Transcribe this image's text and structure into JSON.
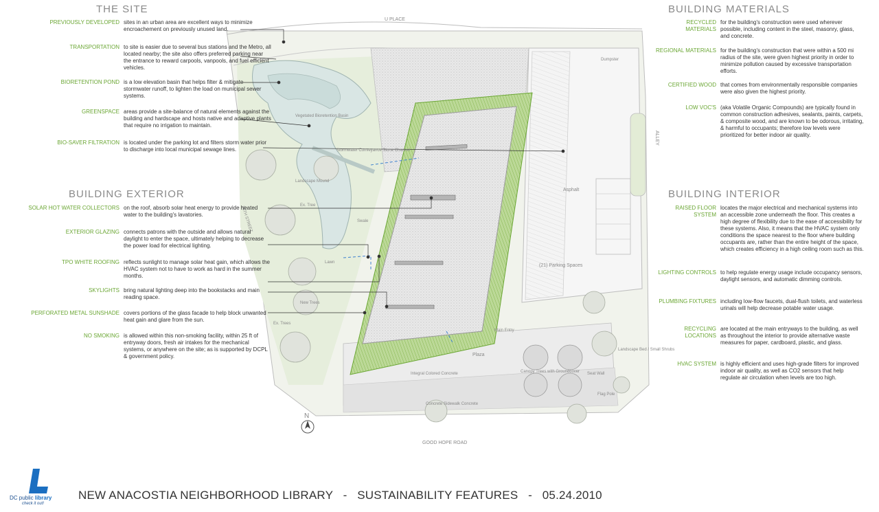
{
  "sections": {
    "site": {
      "title": "THE  SITE",
      "items": [
        {
          "label": "PREVIOUSLY DEVELOPED",
          "text": "sites in an urban area are excellent ways to minimize encroachement on previously unused land."
        },
        {
          "label": "TRANSPORTATION",
          "text": "to site is easier due to several bus stations and the Metro, all located nearby; the site also offers preferred parking near the entrance to reward carpools, vanpools, and fuel efficient vehicles."
        },
        {
          "label": "BIORETENTION POND",
          "text": "is a low elevation basin that helps filter & mitigate stormwater runoff, to lighten the load on municipal sewer systems."
        },
        {
          "label": "GREENSPACE",
          "text": "areas provide a site-balance of natural elements against the building and hardscape and hosts native and adaptive plants that require no irrigation to maintain."
        },
        {
          "label": "BIO-SAVER FILTRATION",
          "text": "is located under the parking lot and filters storm water prior to discharge into local municipal sewage lines."
        }
      ]
    },
    "exterior": {
      "title": "BUILDING  EXTERIOR",
      "items": [
        {
          "label": "SOLAR HOT WATER COLLECTORS",
          "text": "on the roof, absorb solar heat energy to provide heated water to the building's lavatories."
        },
        {
          "label": "EXTERIOR GLAZING",
          "text": "connects patrons with the outside and allows natural daylight to enter the space, ultimately helping to decrease the power load for electrical lighting."
        },
        {
          "label": "TPO WHITE ROOFING",
          "text": "reflects sunlight to manage solar heat gain, which allows the HVAC system not to have to work as hard in the summer months."
        },
        {
          "label": "SKYLIGHTS",
          "text": "bring natural lighting deep into the bookstacks and main reading space."
        },
        {
          "label": "PERFORATED METAL SUNSHADE",
          "text": "covers portions of the glass facade to help block unwanted heat gain and glare from the sun."
        },
        {
          "label": "NO SMOKING",
          "text": "is allowed within this non-smoking facility, within 25 ft of entryway doors, fresh air intakes for the mechanical systems, or anywhere on the site; as is supported by DCPL & government policy."
        }
      ]
    },
    "materials": {
      "title": "BUILDING  MATERIALS",
      "items": [
        {
          "label": "RECYCLED MATERIALS",
          "text": "for the building's construction were used wherever possible, including content in the steel, masonry, glass, and concrete."
        },
        {
          "label": "REGIONAL MATERIALS",
          "text": "for the building's construction that were within a 500 mi radius of the site, were given highest priority in order to minimize pollution caused by excessive transportation efforts."
        },
        {
          "label": "CERTIFIED WOOD",
          "text": "that comes from environmentally responsible companies were also given the highest priority."
        },
        {
          "label": "LOW VOC's",
          "text": "(aka Volatile Organic Compounds) are typically found in common construction adhesives, sealants, paints, carpets, & composite wood, and are known to be odorous, irritating, & harmful to occupants; therefore low levels were prioritized for better indoor air quality."
        }
      ]
    },
    "interior": {
      "title": "BUILDING  INTERIOR",
      "items": [
        {
          "label": "RAISED FLOOR SYSTEM",
          "text": "locates the major electrical and mechanical systems into an accessible zone underneath the floor. This creates a high degree of flexibility due to the ease of accessibility for these systems. Also, it means that the HVAC system only conditions the space nearest to the floor where building occupants are, rather than the entire height of the space, which creates efficiency in a high ceiling room such as this."
        },
        {
          "label": "LIGHTING CONTROLS",
          "text": "to help regulate energy usage include occupancy sensors, daylight sensors, and automatic dimming controls."
        },
        {
          "label": "PLUMBING FIXTURES",
          "text": "including low-flow faucets, dual-flush toilets, and waterless urinals will help decrease potable water usage."
        },
        {
          "label": "RECYCLING LOCATIONS",
          "text": "are located at the main entryways to the building, as well as throughout the interior to provide alternative waste measures for paper, cardboard, plastic, and glass."
        },
        {
          "label": "HVAC SYSTEM",
          "text": "is highly efficient and uses high-grade filters for improved indoor air quality, as well as CO2 sensors that help regulate air circulation when levels are too high."
        }
      ]
    }
  },
  "plan": {
    "street_top": "U PLACE",
    "street_bottom": "GOOD HOPE ROAD",
    "street_left": "16TH STREET",
    "alley": "ALLEY",
    "north": "N",
    "labels": {
      "bioretention": "Vegetated Bioretention Basin",
      "channel": "Stormwater Conveyance Stone Channel",
      "mound": "Landscape Mound",
      "swale": "Swale",
      "lawn": "Lawn",
      "new_trees": "New Trees",
      "ex_trees": "Ex. Trees",
      "ex_tree": "Ex. Tree",
      "asphalt": "Asphalt",
      "parking": "(21) Parking Spaces",
      "plaza": "Plaza",
      "main_entry": "Main Entry",
      "sidewalk": "Concrete Sidewalk Concrete",
      "flag_pole": "Flag Pole",
      "seat_wall": "Seat Wall",
      "landscape_bed": "Landscape Bed / Small Shrubs",
      "canopy": "Canopy Trees with Groundcover",
      "integral": "Integral Colored Concrete",
      "dumpster": "Dumpster"
    }
  },
  "footer": {
    "title": "NEW ANACOSTIA NEIGHBORHOOD LIBRARY   -   SUSTAINABILITY FEATURES   -   05.24.2010",
    "logo_text_a": "DC public",
    "logo_text_b": "library",
    "logo_sub": "check it out!"
  },
  "colors": {
    "accent_green": "#6aa633",
    "title_gray": "#8a8a8a",
    "logo_blue": "#1b6fc1"
  }
}
